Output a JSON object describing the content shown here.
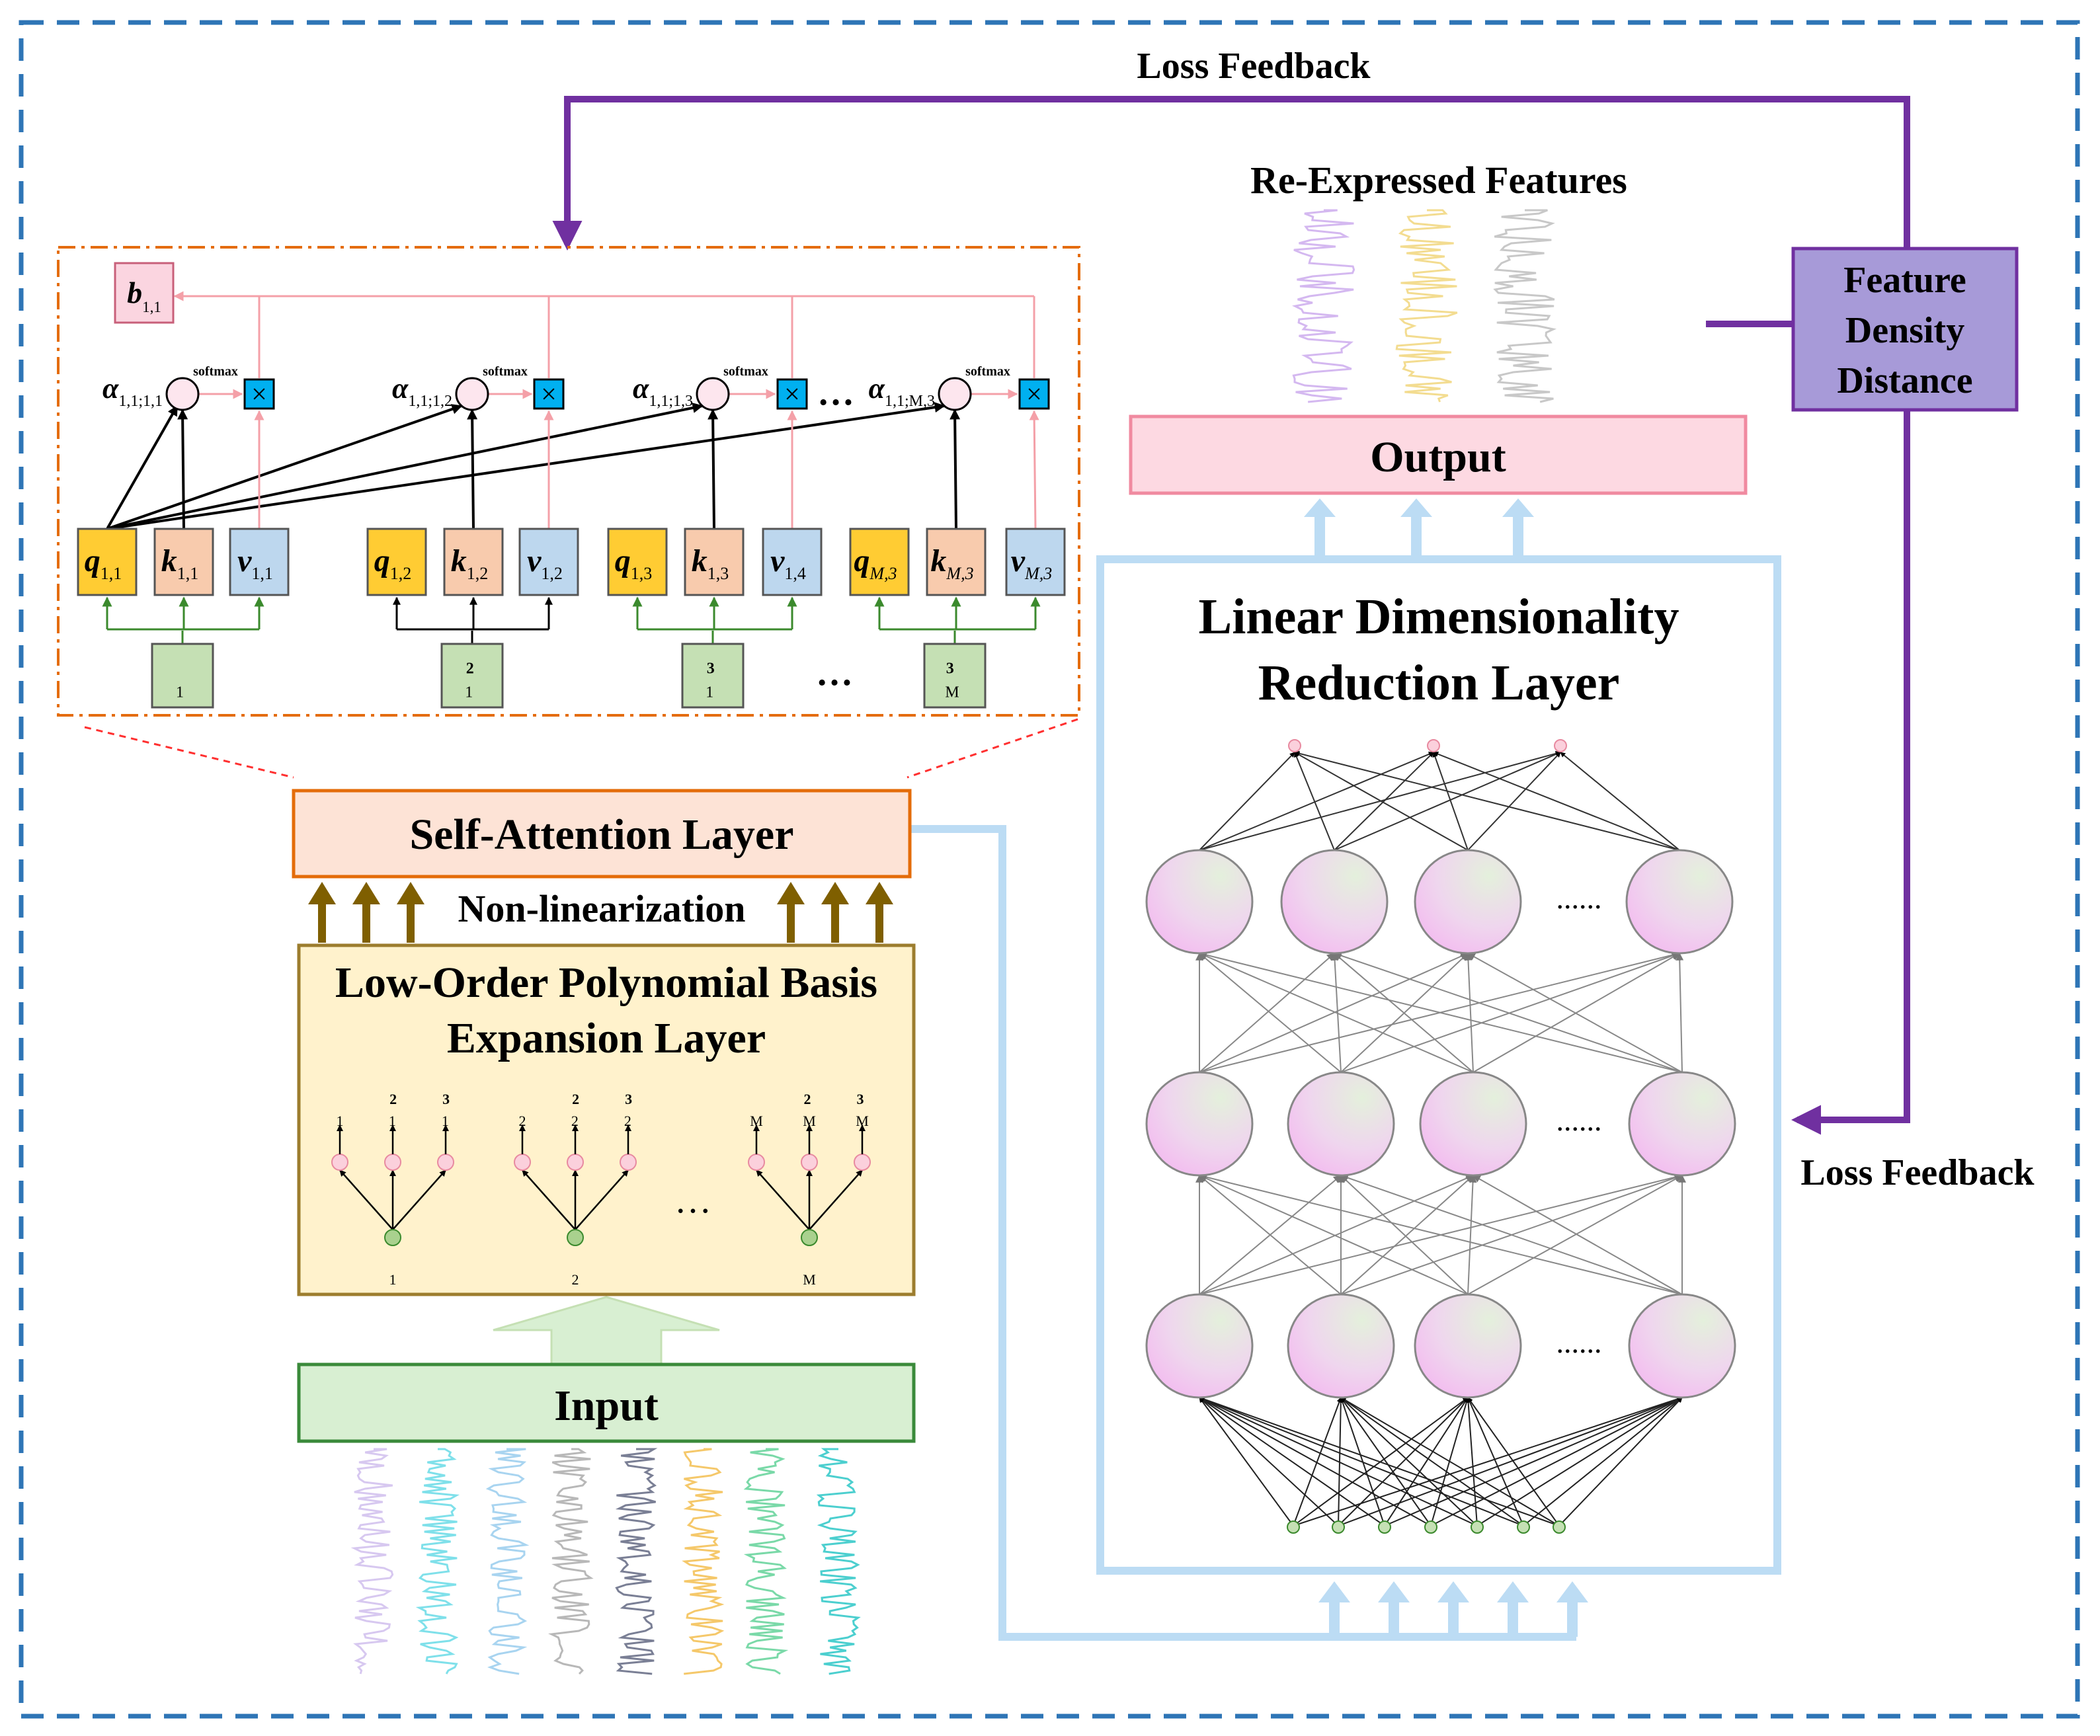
{
  "labels": {
    "loss_feedback_top": "Loss Feedback",
    "loss_feedback_right": "Loss Feedback",
    "re_expressed": "Re-Expressed Features",
    "feature_density": [
      "Feature",
      "Density",
      "Distance"
    ],
    "output": "Output",
    "linear_dim": [
      "Linear Dimensionality",
      "Reduction Layer"
    ],
    "self_attention": "Self-Attention Layer",
    "non_linearization": "Non-linearization",
    "poly_layer": [
      "Low-Order Polynomial Basis",
      "Expansion Layer"
    ],
    "input": "Input",
    "softmax": "softmax",
    "times_symbol": "×",
    "ellipsis": "…",
    "nn_ellipsis": "......"
  },
  "attention": {
    "output_base": "b",
    "output_sub": "1,1",
    "alphas": [
      {
        "base": "α",
        "sub": "1,1;1,1"
      },
      {
        "base": "α",
        "sub": "1,1;1,2"
      },
      {
        "base": "α",
        "sub": "1,1;1,3"
      },
      {
        "base": "α",
        "sub": "1,1;M,3"
      }
    ],
    "groups": [
      {
        "q": "1,1",
        "k": "1,1",
        "v": "1,1",
        "g_sub": "1",
        "g_sup": ""
      },
      {
        "q": "1,2",
        "k": "1,2",
        "v": "1,2",
        "g_sub": "1",
        "g_sup": "2"
      },
      {
        "q": "1,3",
        "k": "1,3",
        "v": "1,4",
        "g_sub": "1",
        "g_sup": "3"
      },
      {
        "q": "M,3",
        "k": "M,3",
        "v": "M,3",
        "g_sub": "M",
        "g_sup": "3"
      }
    ]
  },
  "poly": {
    "groups": [
      {
        "in_sub": "1",
        "out": [
          {
            "sub": "1",
            "sup": ""
          },
          {
            "sub": "1",
            "sup": "2"
          },
          {
            "sub": "1",
            "sup": "3"
          }
        ]
      },
      {
        "in_sub": "2",
        "out": [
          {
            "sub": "2",
            "sup": ""
          },
          {
            "sub": "2",
            "sup": "2"
          },
          {
            "sub": "2",
            "sup": "3"
          }
        ]
      },
      {
        "in_sub": "M",
        "out": [
          {
            "sub": "M",
            "sup": ""
          },
          {
            "sub": "M",
            "sup": "2"
          },
          {
            "sub": "M",
            "sup": "3"
          }
        ]
      }
    ]
  },
  "colors": {
    "frame": "#2e75b6",
    "purple": "#7030a0",
    "density_fill": "#a79ad8",
    "output_fill": "#fdd9e2",
    "output_stroke": "#f08aa0",
    "nn_stroke": "#bcdcf4",
    "sa_fill": "#fde3d6",
    "sa_stroke": "#e46c0a",
    "poly_fill": "#fff2cc",
    "poly_stroke": "#9c7d2e",
    "input_fill": "#d8efd2",
    "input_stroke": "#3a8a3a",
    "gold_arrow": "#7f5f00",
    "q_fill": "#ffcc33",
    "k_fill": "#f8cbad",
    "v_fill": "#bdd7ee",
    "g_fill": "#c5e0b4",
    "b_fill": "#fbd5e0",
    "pink_line": "#f4a0a8",
    "green_line": "#3b8a2d",
    "times_fill": "#00b0f0"
  },
  "waves": {
    "input_colors": [
      "#d7c8f0",
      "#7fe0ea",
      "#a8d4f0",
      "#b8b8b8",
      "#7a7f95",
      "#f5c86a",
      "#7ad9a8",
      "#4ccfcf"
    ],
    "feature_colors": [
      "#d4b8f0",
      "#f3dc90",
      "#c8c8c8"
    ]
  }
}
